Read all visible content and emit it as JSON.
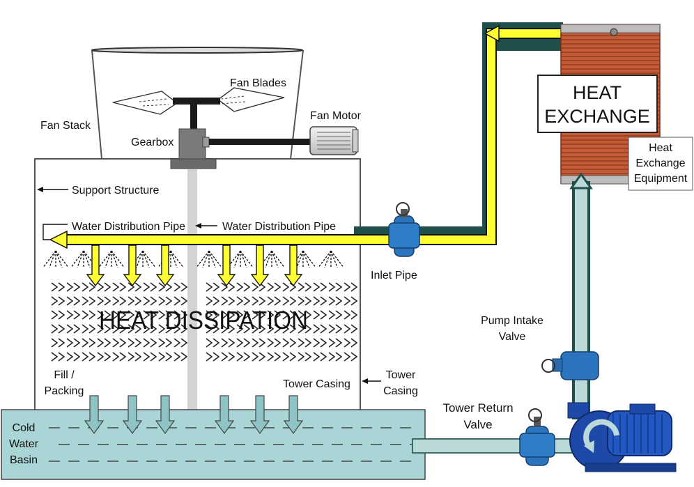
{
  "labels": {
    "fan_blades": "Fan Blades",
    "fan_stack": "Fan Stack",
    "gearbox": "Gearbox",
    "fan_motor": "Fan Motor",
    "support_structure": "Support Structure",
    "water_distribution_pipe_left": "Water Distribution Pipe",
    "water_distribution_pipe_right": "Water Distribution Pipe",
    "inlet_pipe": "Inlet Pipe",
    "heat_dissipation": "HEAT DISSIPATION",
    "heat_exchange_line1": "HEAT",
    "heat_exchange_line2": "EXCHANGE",
    "heat_exchange_equipment_line1": "Heat",
    "heat_exchange_equipment_line2": "Exchange",
    "heat_exchange_equipment_line3": "Equipment",
    "pump_intake_valve_line1": "Pump Intake",
    "pump_intake_valve_line2": "Valve",
    "fill_packing_line1": "Fill /",
    "fill_packing_line2": "Packing",
    "tower_casing_inner": "Tower Casing",
    "tower_casing_outer_line1": "Tower",
    "tower_casing_outer_line2": "Casing",
    "tower_return_valve_line1": "Tower Return",
    "tower_return_valve_line2": "Valve",
    "cold_water_basin_line1": "Cold",
    "cold_water_basin_line2": "Water",
    "cold_water_basin_line3": "Basin"
  },
  "colors": {
    "hot_water": "#ffff33",
    "pipe_dark": "#1f4f4a",
    "return_pipe": "#bcd9d9",
    "basin": "#a9d5d6",
    "valve": "#2c74bd",
    "pump": "#1e49a8",
    "copper": "#c05a35",
    "down_arrow": "#8fc4c6"
  }
}
